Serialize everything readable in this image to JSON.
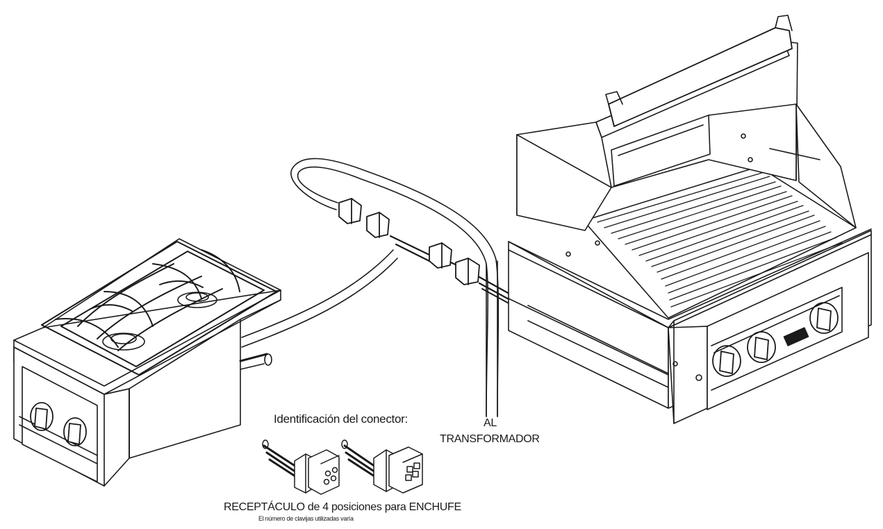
{
  "labels": {
    "connector_id": "Identificación del conector:",
    "al": "AL",
    "transformador": "TRANSFORMADOR",
    "receptacle": "RECEPTÁCULO de 4 posiciones para ENCHUFE",
    "pins_note": "El número de clavijas utilizadas varía"
  }
}
